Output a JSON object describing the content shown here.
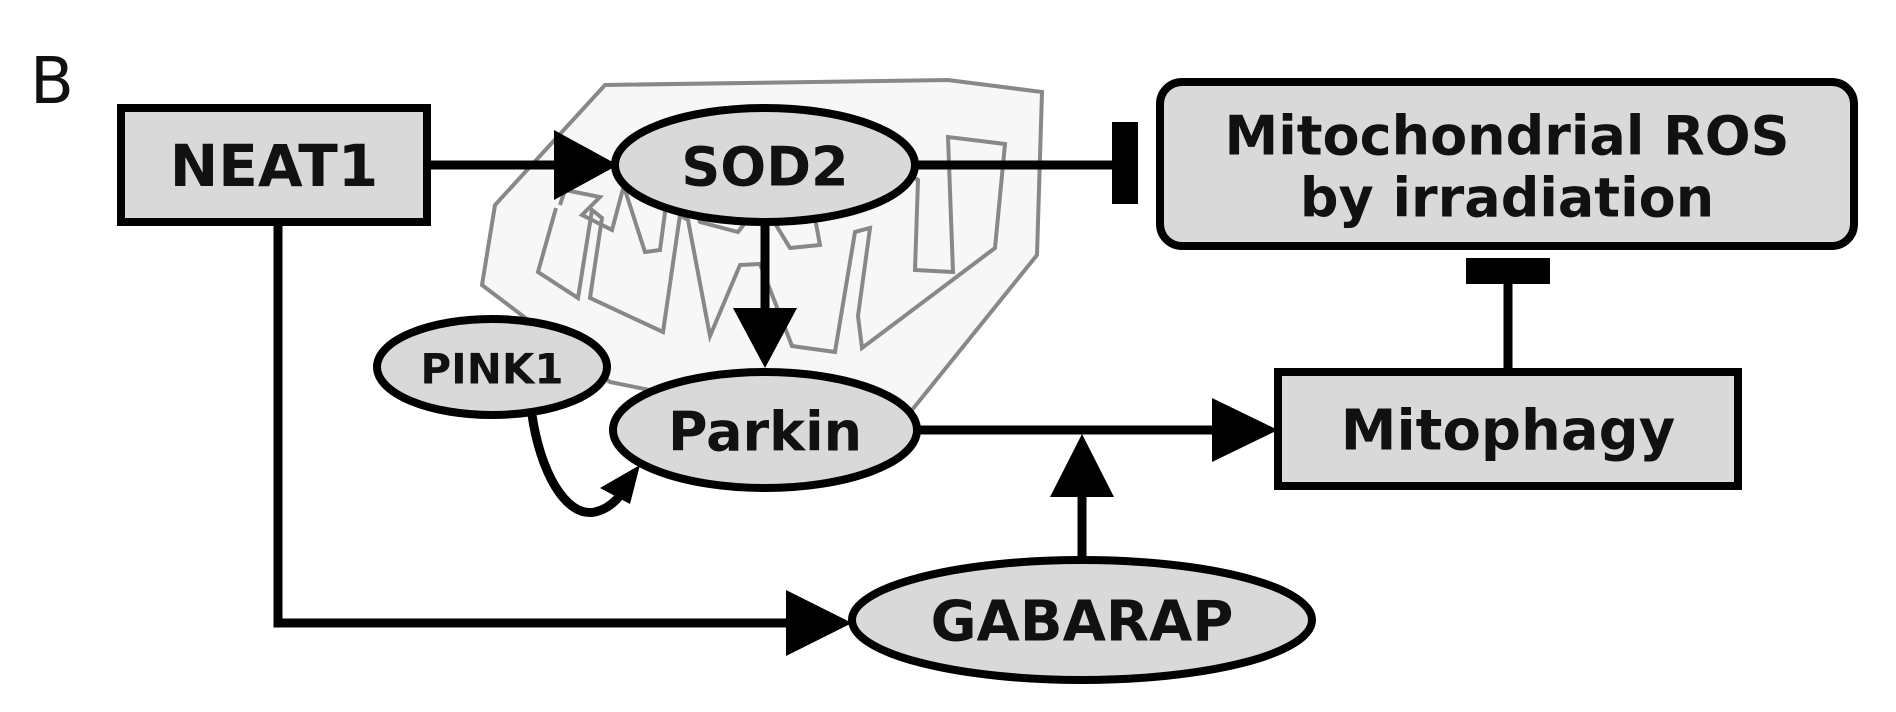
{
  "panel_label": "B",
  "nodes": {
    "neat1": "NEAT1",
    "sod2": "SOD2",
    "pink1": "PINK1",
    "parkin": "Parkin",
    "gabarap": "GABARAP",
    "mitophagy": "Mitophagy",
    "mito_ros_line1": "Mitochondrial ROS",
    "mito_ros_line2": "by irradiation"
  },
  "colors": {
    "node_fill": "#d9d9d9",
    "stroke": "#000000",
    "mitochondrion_outline": "#888888",
    "mitochondrion_fill": "#f7f7f7"
  },
  "edges": [
    {
      "from": "NEAT1",
      "to": "SOD2",
      "type": "activation"
    },
    {
      "from": "SOD2",
      "to": "Mitochondrial ROS by irradiation",
      "type": "inhibition"
    },
    {
      "from": "SOD2",
      "to": "Parkin",
      "type": "activation"
    },
    {
      "from": "PINK1",
      "to": "Parkin",
      "type": "activation"
    },
    {
      "from": "Parkin",
      "to": "Mitophagy",
      "type": "activation"
    },
    {
      "from": "NEAT1",
      "to": "GABARAP",
      "type": "activation"
    },
    {
      "from": "GABARAP",
      "to": "Parkin→Mitophagy",
      "type": "activation"
    },
    {
      "from": "Mitophagy",
      "to": "Mitochondrial ROS by irradiation",
      "type": "inhibition"
    }
  ]
}
